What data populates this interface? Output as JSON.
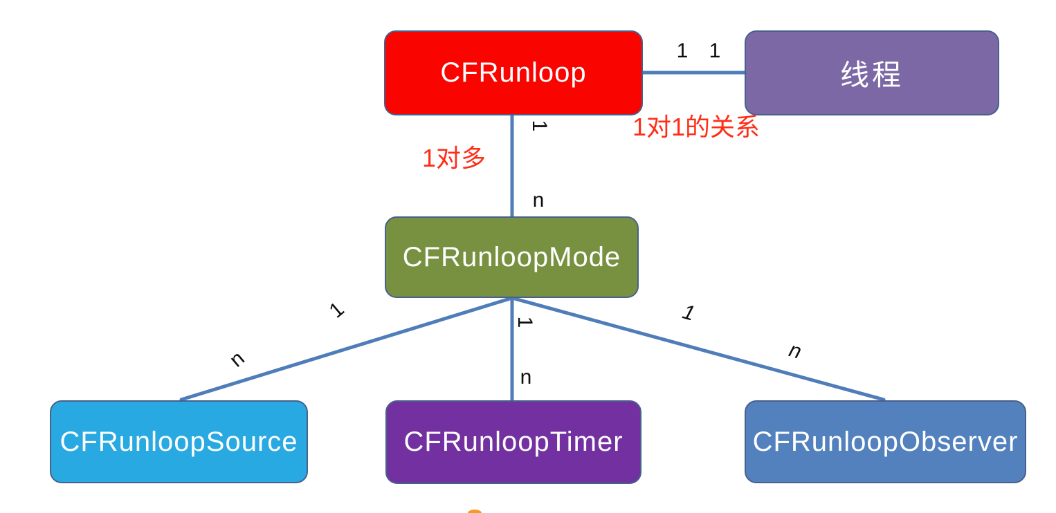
{
  "diagram": {
    "line_color": "#4F7DB9",
    "nodes": {
      "cfrunloop": {
        "label": "CFRunloop",
        "color": "#FA0400"
      },
      "thread": {
        "label": "线程",
        "color": "#7D68A6"
      },
      "mode": {
        "label": "CFRunloopMode",
        "color": "#789140"
      },
      "source": {
        "label": "CFRunloopSource",
        "color": "#29A9E1"
      },
      "timer": {
        "label": "CFRunloopTimer",
        "color": "#7230A0"
      },
      "observer": {
        "label": "CFRunloopObserver",
        "color": "#5381BD"
      }
    },
    "edges": {
      "runloop_thread": {
        "from": "cfrunloop",
        "to": "thread",
        "from_label": "1",
        "to_label": "1"
      },
      "runloop_mode": {
        "from": "cfrunloop",
        "to": "mode",
        "from_label": "1",
        "to_label": "n"
      },
      "mode_source": {
        "from": "mode",
        "to": "source",
        "from_label": "1",
        "to_label": "n"
      },
      "mode_timer": {
        "from": "mode",
        "to": "timer",
        "from_label": "1",
        "to_label": "n"
      },
      "mode_observer": {
        "from": "mode",
        "to": "observer",
        "from_label": "1",
        "to_label": "n"
      }
    },
    "annotations": {
      "one_to_one": "1对1的关系",
      "one_to_many": "1对多",
      "color": "#FF2D16"
    }
  }
}
